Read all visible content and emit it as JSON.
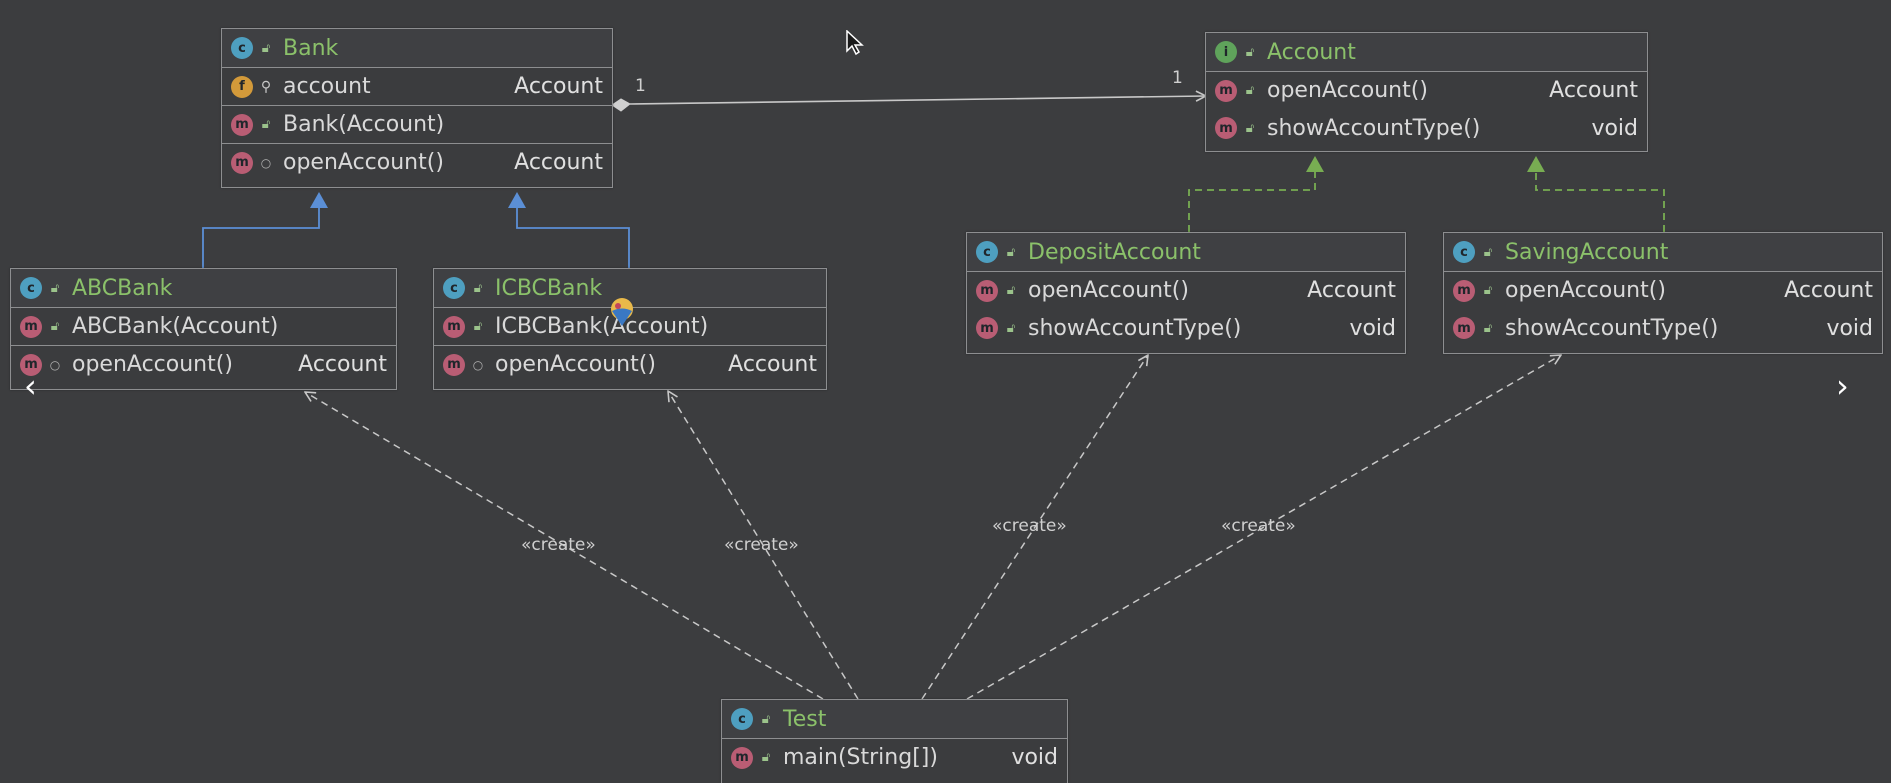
{
  "classes": {
    "bank": {
      "name": "Bank",
      "badge": "c",
      "field": {
        "name": "account",
        "type": "Account",
        "badge": "f"
      },
      "constructor": {
        "name": "Bank(Account)",
        "badge": "m"
      },
      "method": {
        "name": "openAccount()",
        "type": "Account",
        "badge": "m"
      }
    },
    "account": {
      "name": "Account",
      "badge": "i",
      "method1": {
        "name": "openAccount()",
        "type": "Account",
        "badge": "m"
      },
      "method2": {
        "name": "showAccountType()",
        "type": "void",
        "badge": "m"
      }
    },
    "abc_bank": {
      "name": "ABCBank",
      "badge": "c",
      "constructor": {
        "name": "ABCBank(Account)",
        "badge": "m"
      },
      "method": {
        "name": "openAccount()",
        "type": "Account",
        "badge": "m"
      }
    },
    "icbc_bank": {
      "name": "ICBCBank",
      "badge": "c",
      "constructor": {
        "name": "ICBCBank(Account)",
        "badge": "m"
      },
      "method": {
        "name": "openAccount()",
        "type": "Account",
        "badge": "m"
      }
    },
    "deposit_account": {
      "name": "DepositAccount",
      "badge": "c",
      "method1": {
        "name": "openAccount()",
        "type": "Account",
        "badge": "m"
      },
      "method2": {
        "name": "showAccountType()",
        "type": "void",
        "badge": "m"
      }
    },
    "saving_account": {
      "name": "SavingAccount",
      "badge": "c",
      "method1": {
        "name": "openAccount()",
        "type": "Account",
        "badge": "m"
      },
      "method2": {
        "name": "showAccountType()",
        "type": "void",
        "badge": "m"
      }
    },
    "test": {
      "name": "Test",
      "badge": "c",
      "method": {
        "name": "main(String[])",
        "type": "void",
        "badge": "m"
      }
    }
  },
  "edges": {
    "multiplicity_source": "1",
    "multiplicity_target": "1",
    "create_label": "«create»"
  },
  "navigation": {
    "prev_glyph": "‹",
    "next_glyph": "›"
  },
  "colors": {
    "background": "#3c3d3f",
    "class_title": "#8bc16a",
    "class_badge": "#4e9fc0",
    "interface_badge": "#5fa35b",
    "method_badge": "#b95d74",
    "field_badge": "#d39a3a",
    "inheritance_arrow": "#5b8fd6",
    "realization_arrow": "#78ad52",
    "dependency_line": "#c8c8c8"
  },
  "icons": {
    "class": "class-icon",
    "interface": "interface-icon",
    "method": "method-icon",
    "field": "field-icon",
    "cursor": "mouse-cursor-icon",
    "hover": "hover-marker-icon"
  }
}
